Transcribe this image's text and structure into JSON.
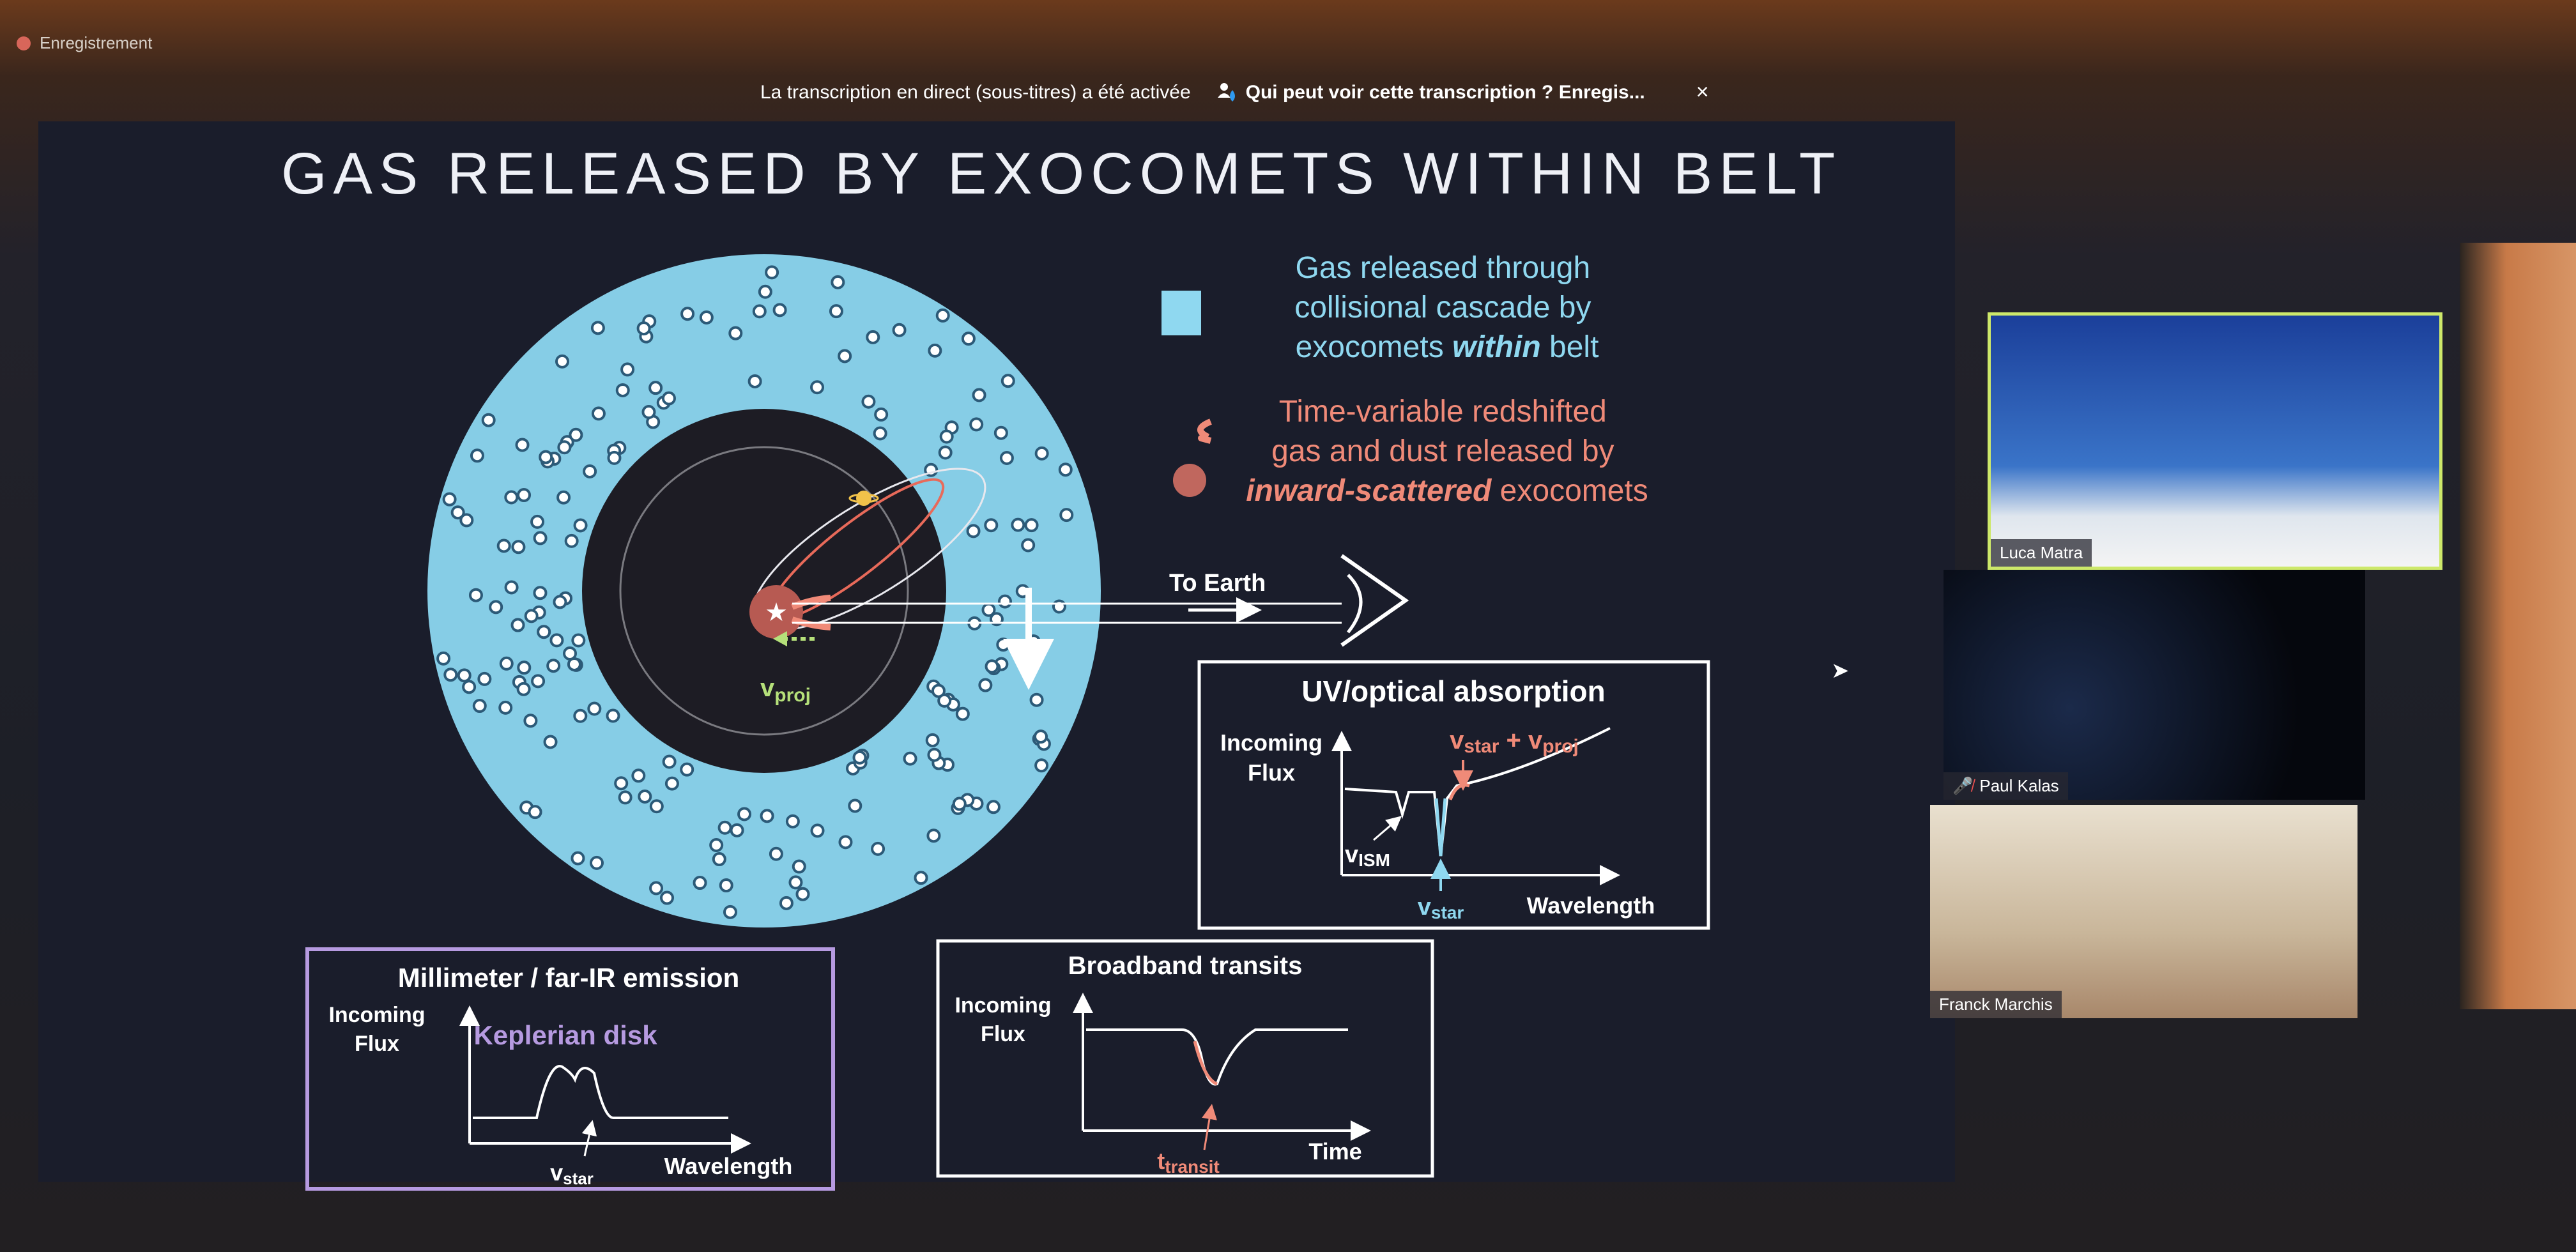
{
  "recording": {
    "label": "Enregistrement",
    "icon": "record-dot-icon",
    "color": "#d8665a"
  },
  "caption_bar": {
    "status": "La transcription en direct (sous-titres) a été activée",
    "link": "Qui peut voir cette transcription ? Enregis...",
    "close": "×"
  },
  "slide": {
    "title": "GAS RELEASED BY EXOCOMETS WITHIN BELT",
    "legend": {
      "belt_lines": [
        "Gas released through",
        "collisional cascade by"
      ],
      "belt_line3_pre": "exocomets ",
      "belt_line3_em": "within",
      "belt_line3_post": " belt",
      "belt_color": "#8fd8f0",
      "inward_lines": [
        "Time-variable redshifted",
        "gas and dust released by"
      ],
      "inward_em": "inward-scattered",
      "inward_post": " exocomets",
      "inward_color": "#f08a78"
    },
    "diagram": {
      "to_earth": "To Earth",
      "vproj_v": "v",
      "vproj_sub": "proj"
    },
    "uv_panel": {
      "title": "UV/optical absorption",
      "ylabel": [
        "Incoming",
        "Flux"
      ],
      "xlabel": "Wavelength",
      "vstar_v": "v",
      "vstar_sub": "star",
      "vism_v": "v",
      "vism_sub": "ISM",
      "sum_v1": "v",
      "sum_sub1": "star",
      "sum_plus": " + ",
      "sum_v2": "v",
      "sum_sub2": "proj"
    },
    "mm_panel": {
      "title": "Millimeter / far-IR emission",
      "ylabel": [
        "Incoming",
        "Flux"
      ],
      "curve_label": "Keplerian disk",
      "xlabel": "Wavelength",
      "vstar_v": "v",
      "vstar_sub": "star"
    },
    "transit_panel": {
      "title": "Broadband transits",
      "ylabel": [
        "Incoming",
        "Flux"
      ],
      "xlabel": "Time",
      "t_v": "t",
      "t_sub": "transit"
    }
  },
  "participants": [
    {
      "name": "Luca Matra",
      "active_speaker": true,
      "muted": false
    },
    {
      "name": "Paul Kalas",
      "active_speaker": false,
      "muted": true
    },
    {
      "name": "Franck Marchis",
      "active_speaker": false,
      "muted": false
    }
  ]
}
